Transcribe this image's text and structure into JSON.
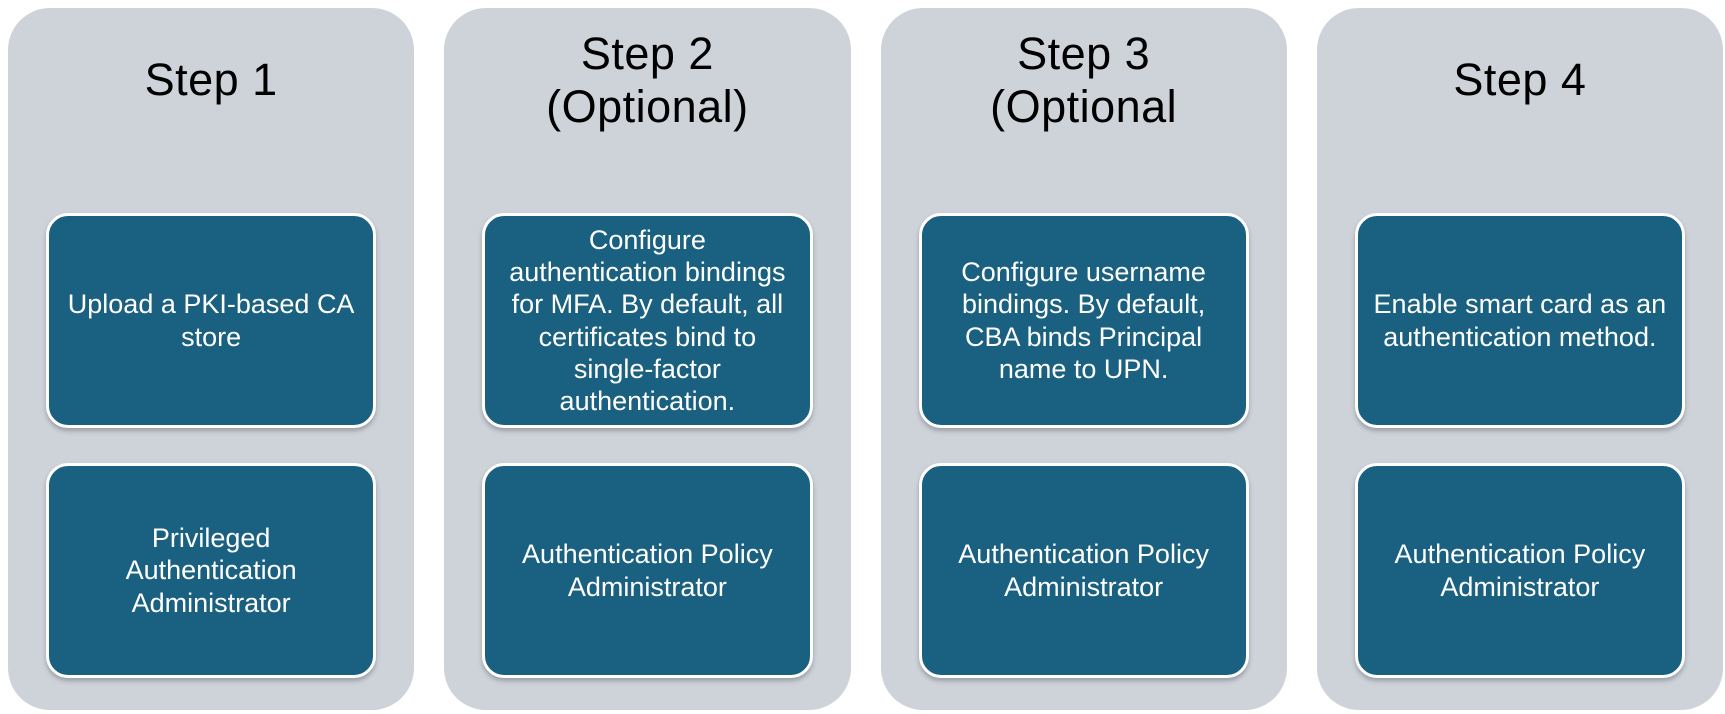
{
  "diagram": {
    "type": "process-steps",
    "colors": {
      "page_background": "#FFFFFF",
      "column_background": "#CED2D9",
      "box_background": "#1A6080",
      "box_border": "#FFFFFF",
      "title_text": "#000000",
      "box_text": "#FFFFFF"
    },
    "steps": [
      {
        "title": "Step 1",
        "task": "Upload a PKI-based CA\nstore",
        "role": "Privileged\nAuthentication\nAdministrator"
      },
      {
        "title": "Step 2\n(Optional)",
        "task": "Configure\nauthentication bindings\nfor MFA. By default, all\ncertificates bind to\nsingle-factor\nauthentication.",
        "role": "Authentication Policy\nAdministrator"
      },
      {
        "title": "Step 3\n(Optional",
        "task": "Configure username\nbindings. By default,\nCBA binds Principal\nname to UPN.",
        "role": "Authentication Policy\nAdministrator"
      },
      {
        "title": "Step 4",
        "task": "Enable smart card as an\nauthentication method.",
        "role": "Authentication Policy\nAdministrator"
      }
    ]
  }
}
